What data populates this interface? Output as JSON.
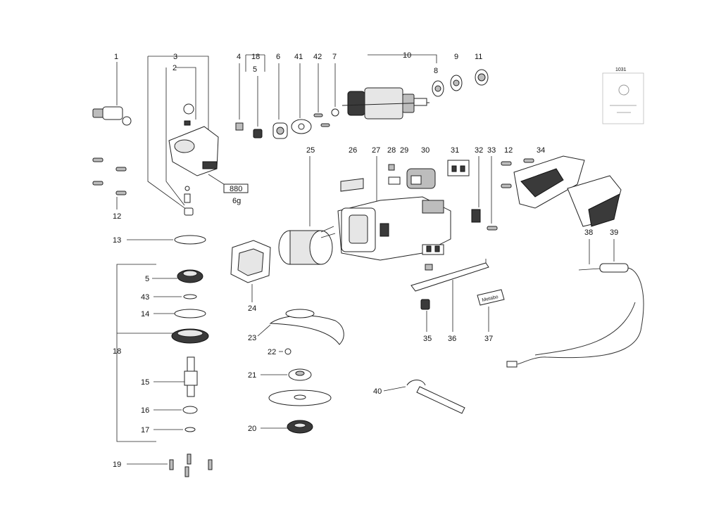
{
  "labels": {
    "n1": "1",
    "n2": "2",
    "n3": "3",
    "n4": "4",
    "n5a": "5",
    "n5b": "5",
    "n6": "6",
    "n7": "7",
    "n8": "8",
    "n9": "9",
    "n10": "10",
    "n11": "11",
    "n12a": "12",
    "n12b": "12",
    "n13": "13",
    "n14": "14",
    "n15": "15",
    "n16": "16",
    "n17": "17",
    "n18a": "18",
    "n18b": "18",
    "n19": "19",
    "n20": "20",
    "n21": "21",
    "n22": "22",
    "n23": "23",
    "n24": "24",
    "n25": "25",
    "n26": "26",
    "n27": "27",
    "n28": "28",
    "n29": "29",
    "n30": "30",
    "n31": "31",
    "n32": "32",
    "n33": "33",
    "n34": "34",
    "n35": "35",
    "n36": "36",
    "n37": "37",
    "n38": "38",
    "n39": "39",
    "n40": "40",
    "n41": "41",
    "n42": "42",
    "n43": "43"
  },
  "grease_tube": {
    "text": "880",
    "amount": "6g"
  },
  "brand_label": "Metabo",
  "inset_code": "1031"
}
